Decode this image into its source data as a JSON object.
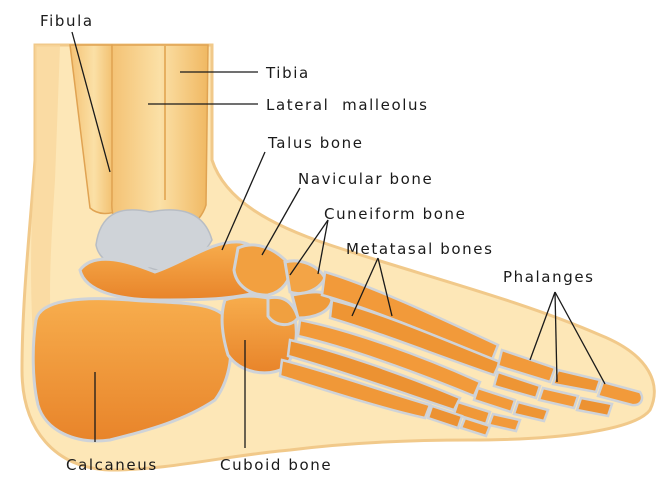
{
  "labels": {
    "fibula": "Fibula",
    "tibia": "Tibia",
    "lateral_malleolus": "Lateral  malleolus",
    "talus": "Talus bone",
    "navicular": "Navicular bone",
    "cuneiform": "Cuneiform bone",
    "metatarsal": "Metatasal bones",
    "phalanges": "Phalanges",
    "calcaneus": "Calcaneus",
    "cuboid": "Cuboid bone"
  },
  "colors": {
    "skin": "#fde7b7",
    "skin_edge": "#f1c98a",
    "bone": "#f29a3a",
    "bone_dark": "#d97a1e",
    "bone_light": "#f8b455",
    "cartilage": "#cfd3d8",
    "leg_bone": "#f6cf85",
    "leader_line": "#1a1a1a"
  }
}
